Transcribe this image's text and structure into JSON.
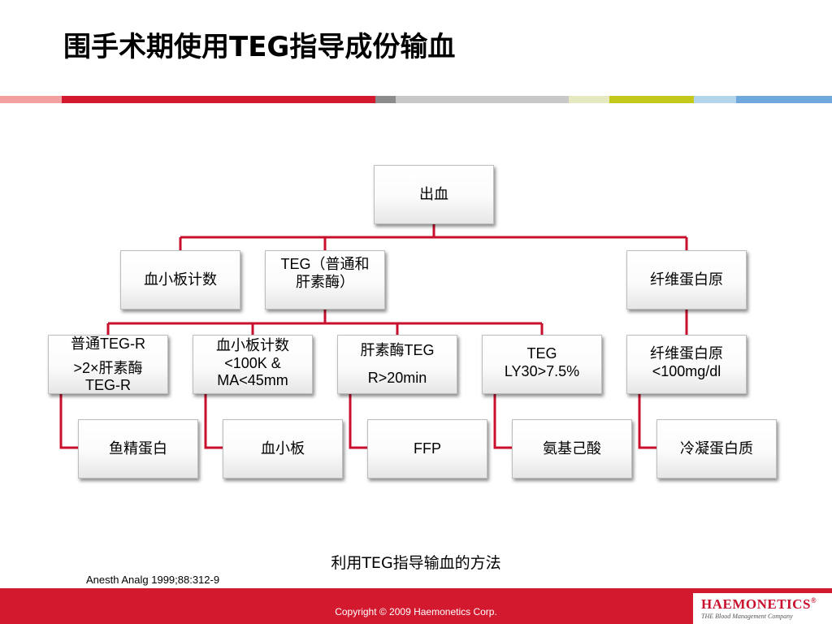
{
  "slide": {
    "title": "围手术期使用TEG指导成份输血",
    "caption": "利用TEG指导输血的方法",
    "citation": "Anesth Analg 1999;88:312-9",
    "copyright": "Copyright © 2009 Haemonetics Corp.",
    "logo": {
      "name": "HAEMONETICS",
      "mark": "®",
      "tagline": "THE Blood Management Company"
    }
  },
  "colors": {
    "accent_red": "#d3192e",
    "connector": "#c8102e",
    "stripe": [
      "#f2a0a0",
      "#d3192e",
      "#8c8c8c",
      "#c8c8c8",
      "#e6e8c0",
      "#c4c81a",
      "#b4d4ec",
      "#6ea8dc"
    ]
  },
  "diagram": {
    "root": {
      "lines": [
        "出血"
      ]
    },
    "level1": [
      {
        "lines": [
          "血小板计数"
        ]
      },
      {
        "lines": [
          "TEG（普通和",
          "肝素酶）"
        ]
      },
      {
        "lines": [
          "纤维蛋白原"
        ]
      }
    ],
    "level2": [
      {
        "lines": [
          "普通TEG-R",
          ">2×肝素酶",
          "TEG-R"
        ]
      },
      {
        "lines": [
          "血小板计数",
          "<100K &",
          "MA<45mm"
        ]
      },
      {
        "lines": [
          "肝素酶TEG",
          "R>20min"
        ]
      },
      {
        "lines": [
          "TEG",
          "LY30>7.5%"
        ]
      },
      {
        "lines": [
          "纤维蛋白原",
          "<100mg/dl"
        ]
      }
    ],
    "level3": [
      {
        "lines": [
          "鱼精蛋白"
        ]
      },
      {
        "lines": [
          "血小板"
        ]
      },
      {
        "lines": [
          "FFP"
        ]
      },
      {
        "lines": [
          "氨基己酸"
        ]
      },
      {
        "lines": [
          "冷凝蛋白质"
        ]
      }
    ]
  }
}
